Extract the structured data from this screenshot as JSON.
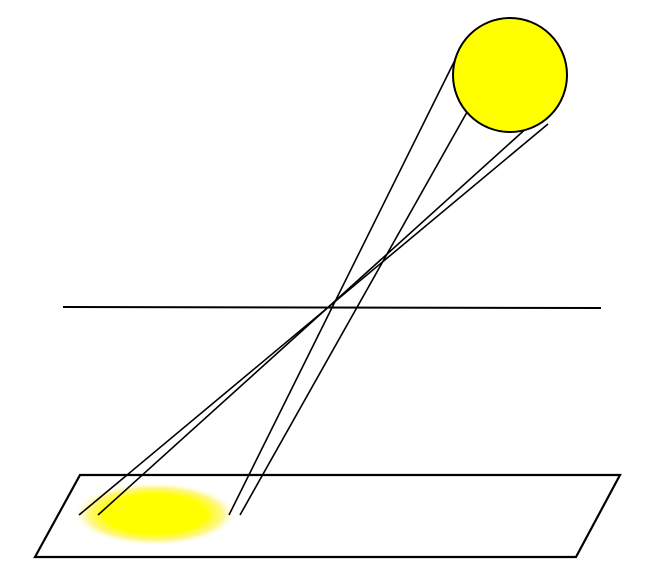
{
  "diagram": {
    "description_elements": [
      "sun",
      "aperture-plane",
      "light-rays",
      "ground-plane",
      "projected-sun-image"
    ],
    "colors": {
      "background": "#ffffff",
      "sun_fill": "#ffff00",
      "sun_stroke": "#000000",
      "line": "#000000",
      "projection_fill": "#ffff00",
      "projection_glow": "#fff44d"
    }
  }
}
